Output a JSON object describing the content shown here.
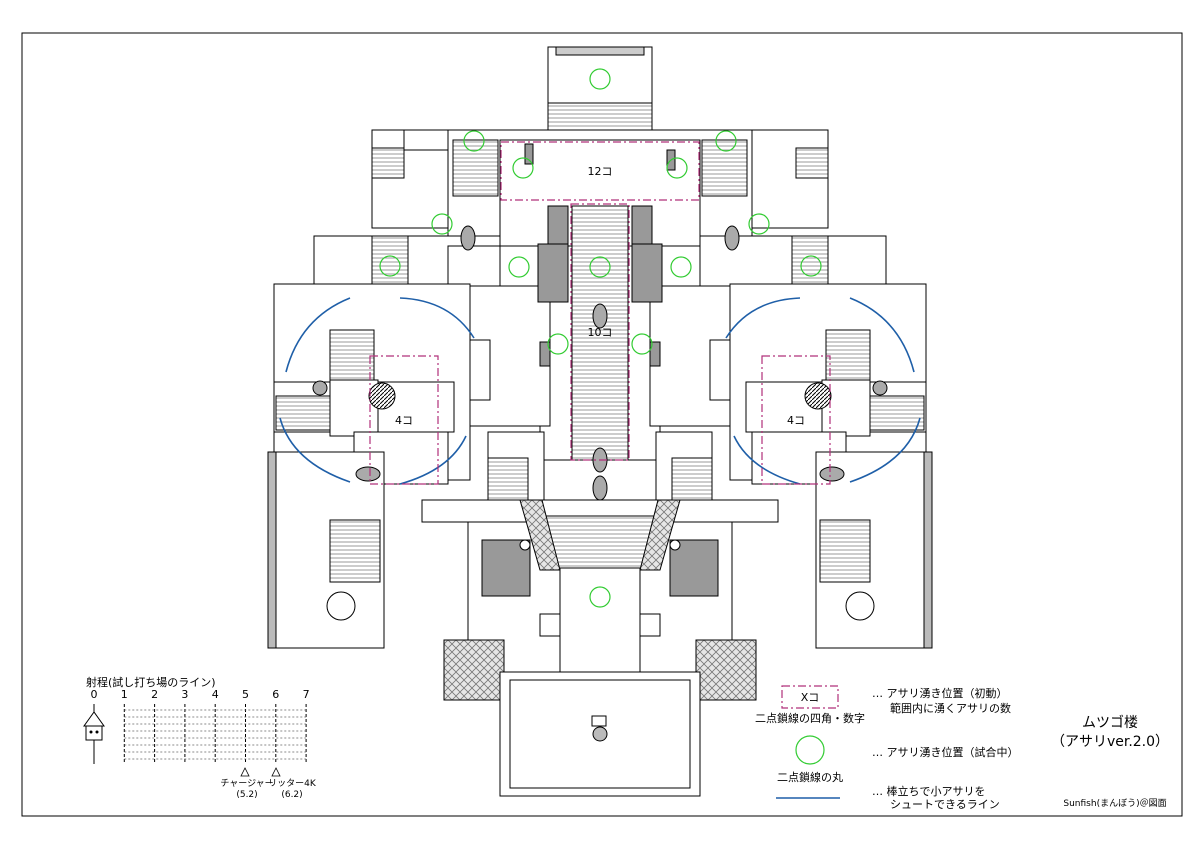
{
  "map": {
    "title": "ムツゴ楼",
    "subtitle": "（アサリver.2.0）",
    "credit": "Sunfish(まんぼう)＠図面",
    "zone_counts": {
      "top": "12コ",
      "center": "10コ",
      "left": "4コ",
      "right": "4コ"
    }
  },
  "legend": {
    "box_sample": "Xコ",
    "box_label": "二点鎖線の四角・数字",
    "box_desc_1": "… アサリ湧き位置（初動）",
    "box_desc_2": "範囲内に湧くアサリの数",
    "circle_label": "二点鎖線の丸",
    "circle_desc": "… アサリ湧き位置（試合中）",
    "line_desc_1": "… 棒立ちで小アサリを",
    "line_desc_2": "シュートできるライン",
    "colors": {
      "spawn_box": "#b0307a",
      "spawn_circle": "#33cc33",
      "shoot_line": "#1f5fa8"
    }
  },
  "range_scale": {
    "title": "射程(試し打ち場のライン)",
    "ticks": [
      "0",
      "1",
      "2",
      "3",
      "4",
      "5",
      "6",
      "7"
    ],
    "weapons": [
      {
        "name": "チャージャー",
        "value": "(5.2)"
      },
      {
        "name": "リッター4K",
        "value": "(6.2)"
      }
    ]
  }
}
